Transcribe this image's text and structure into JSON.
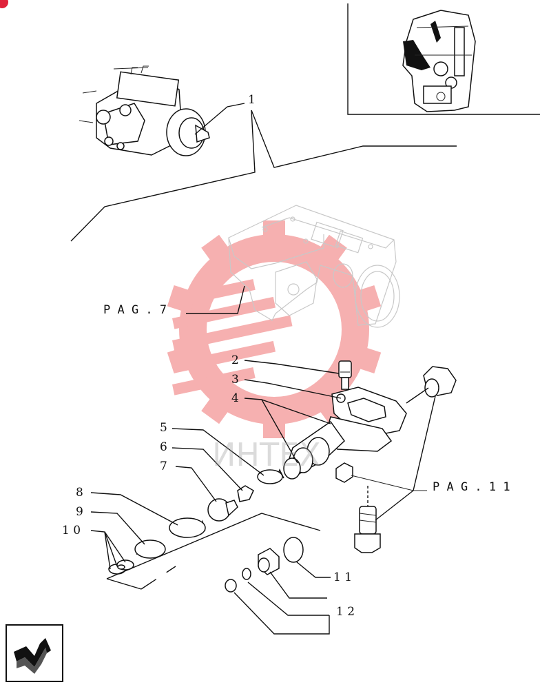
{
  "colors": {
    "watermark": "#f07070",
    "corner_mark": "#e0223a"
  },
  "watermark": {
    "text": "ИНТЕХ"
  },
  "callouts": {
    "c1": "1",
    "c2": "2",
    "c3": "3",
    "c4": "4",
    "c5": "5",
    "c6": "6",
    "c7": "7",
    "c8": "8",
    "c9": "9",
    "c10": "1 0",
    "c11": "1 1",
    "c12": "1 2"
  },
  "references": {
    "pag7": "P A G .   7",
    "pag11": "P A G .   1 1"
  },
  "icons": {
    "nav": "arrow-return-icon",
    "corner": "corner-dot-icon"
  }
}
